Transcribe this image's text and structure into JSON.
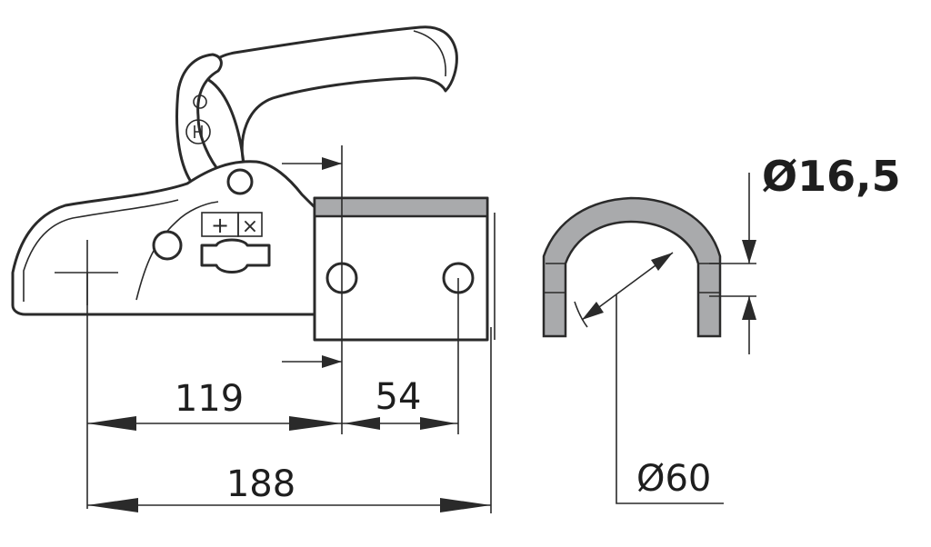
{
  "dimensions": {
    "overall_length": "188",
    "bolt_offset": "119",
    "bolt_spacing": "54",
    "bolt_diameter": "Ø16,5",
    "drawbar_diameter": "Ø60"
  },
  "label_icons": [
    "+",
    "×"
  ]
}
